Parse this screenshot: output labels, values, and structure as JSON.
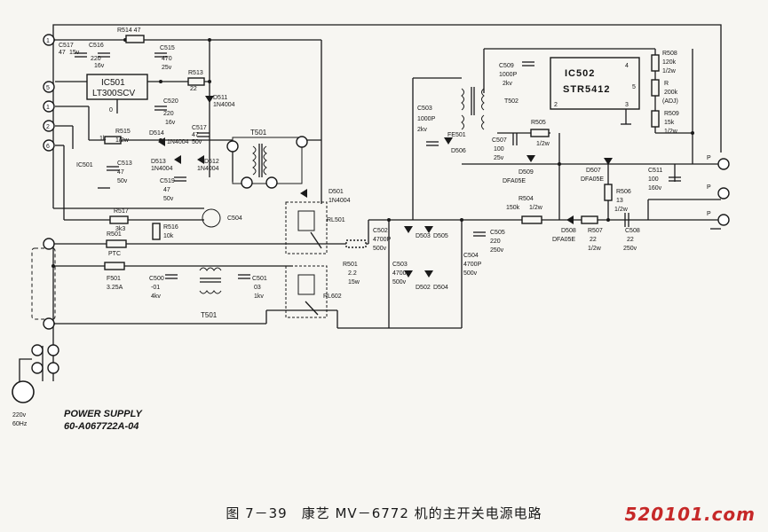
{
  "diagram": {
    "caption": "图 7－39　康艺 MV－6772 机的主开关电源电路",
    "watermark": "520101.com",
    "board": {
      "line1": "POWER SUPPLY",
      "line2": "60-A067722A-04"
    },
    "mains": {
      "voltage": "220v",
      "freq": "60Hz"
    },
    "left_pins": [
      "1",
      "5",
      "1",
      "2",
      "6"
    ],
    "right_pins": [
      "P",
      "P",
      "P"
    ],
    "ic501": {
      "name": "IC501",
      "part": "LT300SCV",
      "pin": "0"
    },
    "ic502": {
      "name": "IC502",
      "part": "STR5412",
      "pins": [
        "4",
        "5",
        "2",
        "3"
      ]
    },
    "labels": {
      "c517a": "C517",
      "c517a_v": "47",
      "c517a_v2": "15v",
      "c516": "C516",
      "c516_v": "220",
      "c516_v2": "16v",
      "r514": "R514  47",
      "c515": "C515",
      "c515_v": "470",
      "c515_v2": "25v",
      "r513": "R513",
      "r513_v": "22",
      "d511": "D511",
      "d511_v": "1N4004",
      "c520": "C520",
      "c520_v": "220",
      "c520_v2": "16v",
      "r515": "R515",
      "r515_v": "1k",
      "r515_v2": "1/2w",
      "d514": "D514",
      "d514_v": "1N4004",
      "ic501_left": "IC501",
      "c513": "C513",
      "c513_v": "47",
      "c513_v2": "50v",
      "d513": "D513",
      "d513_v": "1N4004",
      "c519": "C519",
      "c519_v": "47",
      "c519_v2": "50v",
      "c517b": "C517",
      "c517b_v": "47",
      "c517b_v2": "50v",
      "d512": "D512",
      "d512_v": "1N4004",
      "t501": "T501",
      "r517": "R517",
      "r517_v": "3k3",
      "r516": "R516",
      "r516_v": "10k",
      "c504": "C504",
      "r501": "R501",
      "r501_v": "PTC",
      "d501": "D501",
      "d501_v": "1N4004",
      "rl501": "RL501",
      "r501b": "R501",
      "r501b_v": "2.2",
      "r501b_v2": "15w",
      "f501": "F501",
      "f501_v": "3.25A",
      "c500": "C500",
      "c500_v": "-01",
      "c500_v2": "4kv",
      "c501": "C501",
      "c501_v": "03",
      "c501_v2": "1kv",
      "t501b": "T501",
      "rl602": "RL602",
      "c509": "C509",
      "c509_v": "1000P",
      "c509_v2": "2kv",
      "t502": "T502",
      "fe501": "FE501",
      "d506": "D506",
      "c503": "C503",
      "c503_v": "1000P",
      "c503_v2": "2kv",
      "c507": "C507",
      "c507_v": "100",
      "c507_v2": "25v",
      "r505": "R505",
      "r505_v": "1/2w",
      "d509": "D509",
      "d509_v": "DFA05E",
      "c502": "C502",
      "c502_v": "4700P",
      "c502_v2": "500v",
      "c503b": "C503",
      "c503b_v": "4700P",
      "c503b_v2": "500v",
      "d503": "D503",
      "d505": "D505",
      "d502": "D502",
      "d504": "D504",
      "c504b": "C504",
      "c504b_v": "4700P",
      "c504b_v2": "500v",
      "c505": "C505",
      "c505_v": "220",
      "c505_v2": "250v",
      "r508": "R508",
      "r508_v": "120k",
      "r508_v2": "1/2w",
      "r_adj": "R",
      "r_adj_v": "200k",
      "r_adj_v2": "(ADJ)",
      "r509": "R509",
      "r509_v": "15k",
      "r509_v2": "1/2w",
      "d507": "D507",
      "d507_v": "DFA05E",
      "c511": "C511",
      "c511_v": "100",
      "c511_v2": "160v",
      "r506": "R506",
      "r506_v": "13",
      "r506_v2": "1/2w",
      "r504": "R504",
      "r504_v": "150k",
      "r504_v2": "1/2w",
      "d508": "D508",
      "d508_v": "DFA05E",
      "r507": "R507",
      "r507_v": "22",
      "r507_v2": "1/2w",
      "c508": "C508",
      "c508_v": "22",
      "c508_v2": "250v"
    }
  }
}
